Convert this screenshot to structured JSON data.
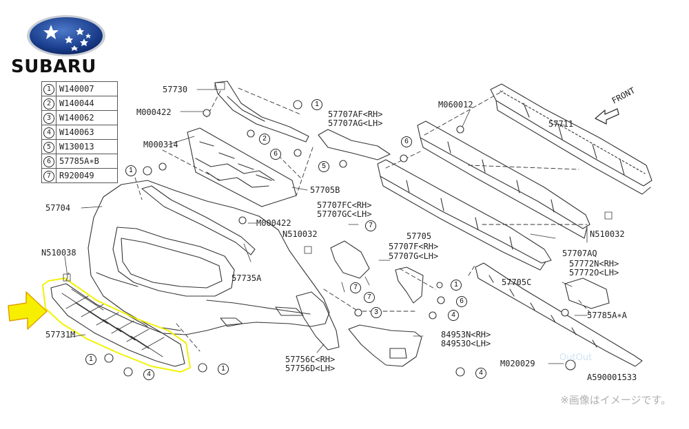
{
  "brand": {
    "name": "SUBARU"
  },
  "legend": [
    {
      "num": "1",
      "code": "W140007"
    },
    {
      "num": "2",
      "code": "W140044"
    },
    {
      "num": "3",
      "code": "W140062"
    },
    {
      "num": "4",
      "code": "W140063"
    },
    {
      "num": "5",
      "code": "W130013"
    },
    {
      "num": "6",
      "code": "57785A∗B"
    },
    {
      "num": "7",
      "code": "R920049"
    }
  ],
  "parts": {
    "p57730": "57730",
    "pM000422_top": "M000422",
    "pM000314": "M000314",
    "p57704": "57704",
    "pN510038": "N510038",
    "p57731M": "57731M",
    "p57735A": "57735A",
    "pM000422_mid": "M000422",
    "p57705B": "57705B",
    "p57707AF": "57707AF<RH>",
    "p57707AG": "57707AG<LH>",
    "pM060012": "M060012",
    "p57711": "57711",
    "front": "FRONT",
    "p57707FC": "57707FC<RH>",
    "p57707GC": "57707GC<LH>",
    "pN510032_left": "N510032",
    "p57705": "57705",
    "pN510032_right": "N510032",
    "p57707AQ": "57707AQ",
    "p57707F": "57707F<RH>",
    "p57707G": "57707G<LH>",
    "p57772N": "57772N<RH>",
    "p57772O": "57772O<LH>",
    "p57705C": "57705C",
    "p57785A": "57785A∗A",
    "p84953N": "84953N<RH>",
    "p84953O": "84953O<LH>",
    "p57756C": "57756C<RH>",
    "p57756D": "57756D<LH>",
    "pM020029": "M020029",
    "pA590001533": "A590001533"
  },
  "callouts": {
    "c1": "1",
    "c2": "2",
    "c3": "3",
    "c4": "4",
    "c5": "5",
    "c6": "6",
    "c7": "7"
  },
  "note": "※画像はイメージです。",
  "watermark": "OutOut",
  "colors": {
    "highlight": "#f2f200",
    "arrow_fill": "#f7ef00",
    "arrow_stroke": "#e0a000",
    "logo_blue": "#1a3e8c",
    "line": "#333333",
    "note": "#b0b0b0"
  }
}
